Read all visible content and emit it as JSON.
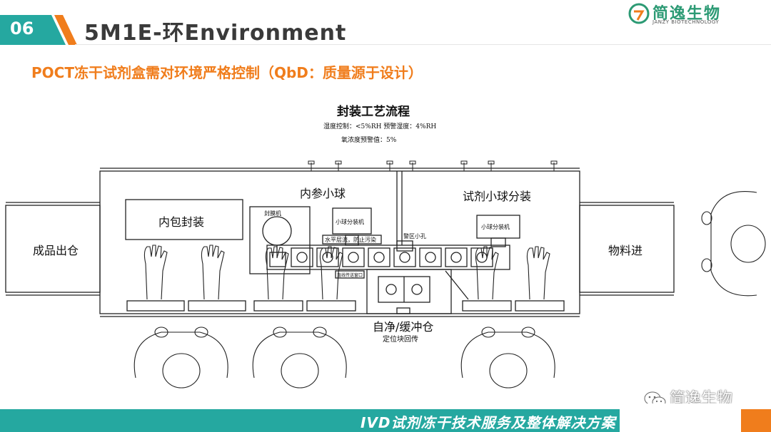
{
  "header": {
    "number": "06",
    "title": "5M1E-环Environment",
    "subtitle": "POCT冻干试剂盒需对环境严格控制（QbD：质量源于设计）"
  },
  "diagram": {
    "title": "封装工艺流程",
    "humidity": "湿度控制：<5%RH 预警湿度：4%RH",
    "oxygen": "氧浓度预警值：5%",
    "inner_pack": "内包封装",
    "finished_out": "成品出仓",
    "inner_ball": "内参小球",
    "reagent_ball": "试剂小球分装",
    "material_in": "物料进",
    "sealer": "封膜机",
    "ball_dispenser_1": "小球分装机",
    "ball_dispenser_2": "小球分装机",
    "laminar": "水平层流，防止污染",
    "alarm_hole": "警区小孔",
    "glove_port": "直线传送窗口",
    "self_clean": "自净/缓冲仓",
    "position_return": "定位块回传"
  },
  "footer": {
    "text": "IVD试剂冻干技术服务及整体解决方案",
    "brand": "简逸生物",
    "brand_en": "JANZY BIOTECHNOLOGY"
  },
  "watermark": {
    "text": "简逸生物",
    "icon": "wechat-icon"
  },
  "colors": {
    "teal": "#25a8a0",
    "orange": "#f07d1c",
    "brand_green": "#2c9a74"
  }
}
